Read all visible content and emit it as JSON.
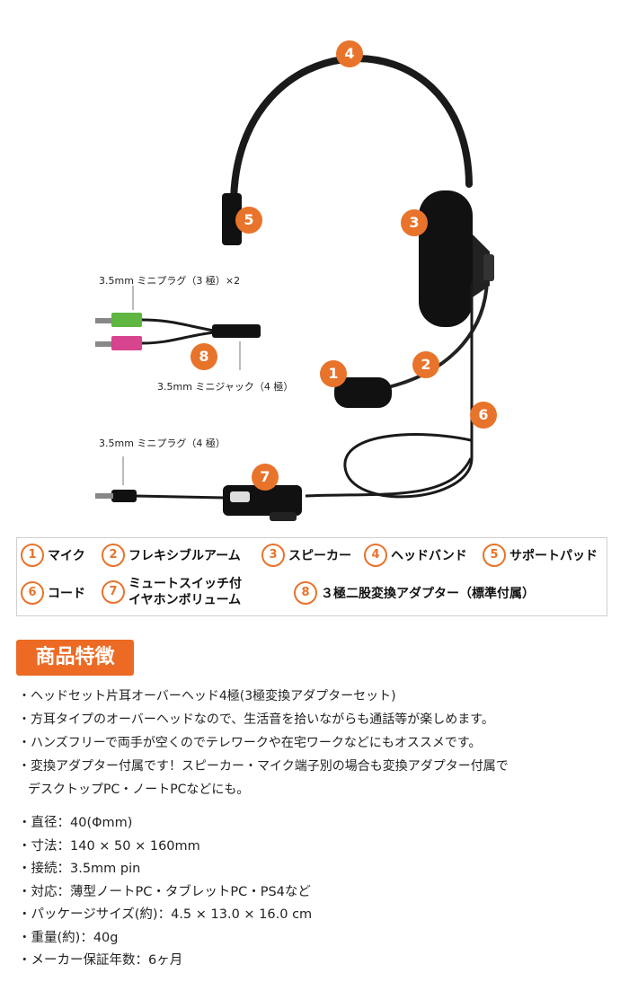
{
  "diagram": {
    "badge_labels": [
      "4",
      "5",
      "3",
      "2",
      "1",
      "6",
      "8",
      "7"
    ],
    "plug3_label": "3.5mm ミニプラグ（3 極）×2",
    "jack4_label": "3.5mm ミニジャック（4 極）",
    "plug4_label": "3.5mm ミニプラグ（4 極）",
    "colors": {
      "badge": "#e8732a",
      "headset": "#1a1a1a",
      "plug_green": "#5fb640",
      "plug_pink": "#d6458d"
    }
  },
  "legend": {
    "items": [
      {
        "num": "1",
        "label": "マイク"
      },
      {
        "num": "2",
        "label": "フレキシブルアーム"
      },
      {
        "num": "3",
        "label": "スピーカー"
      },
      {
        "num": "4",
        "label": "ヘッドバンド"
      },
      {
        "num": "5",
        "label": "サポートパッド"
      },
      {
        "num": "6",
        "label": "コード"
      },
      {
        "num": "7",
        "label_line1": "ミュートスイッチ付",
        "label_line2": "イヤホンボリューム"
      },
      {
        "num": "8",
        "label": "３極二股変換アダプター（標準付属）"
      }
    ]
  },
  "features": {
    "heading": "商品特徴",
    "bullets": [
      "・ヘッドセット片耳オーバーヘッド4極(3極変換アダプターセット)",
      "・方耳タイプのオーバーヘッドなので、生活音を拾いながらも通話等が楽しめます。",
      "・ハンズフリーで両手が空くのでテレワークや在宅ワークなどにもオススメです。",
      "・変換アダプター付属です！スピーカー・マイク端子別の場合も変換アダプター付属で"
    ],
    "bullet_continuation": "デスクトップPC・ノートPCなどにも。"
  },
  "specs": [
    "・直径：40(Φmm)",
    "・寸法：140 × 50 × 160mm",
    "・接続：3.5mm pin",
    "・対応：薄型ノートPC・タブレットPC・PS4など",
    "・パッケージサイズ(約)：4.5 × 13.0 × 16.0 cm",
    "・重量(約)：40g",
    "・メーカー保証年数：6ヶ月"
  ]
}
